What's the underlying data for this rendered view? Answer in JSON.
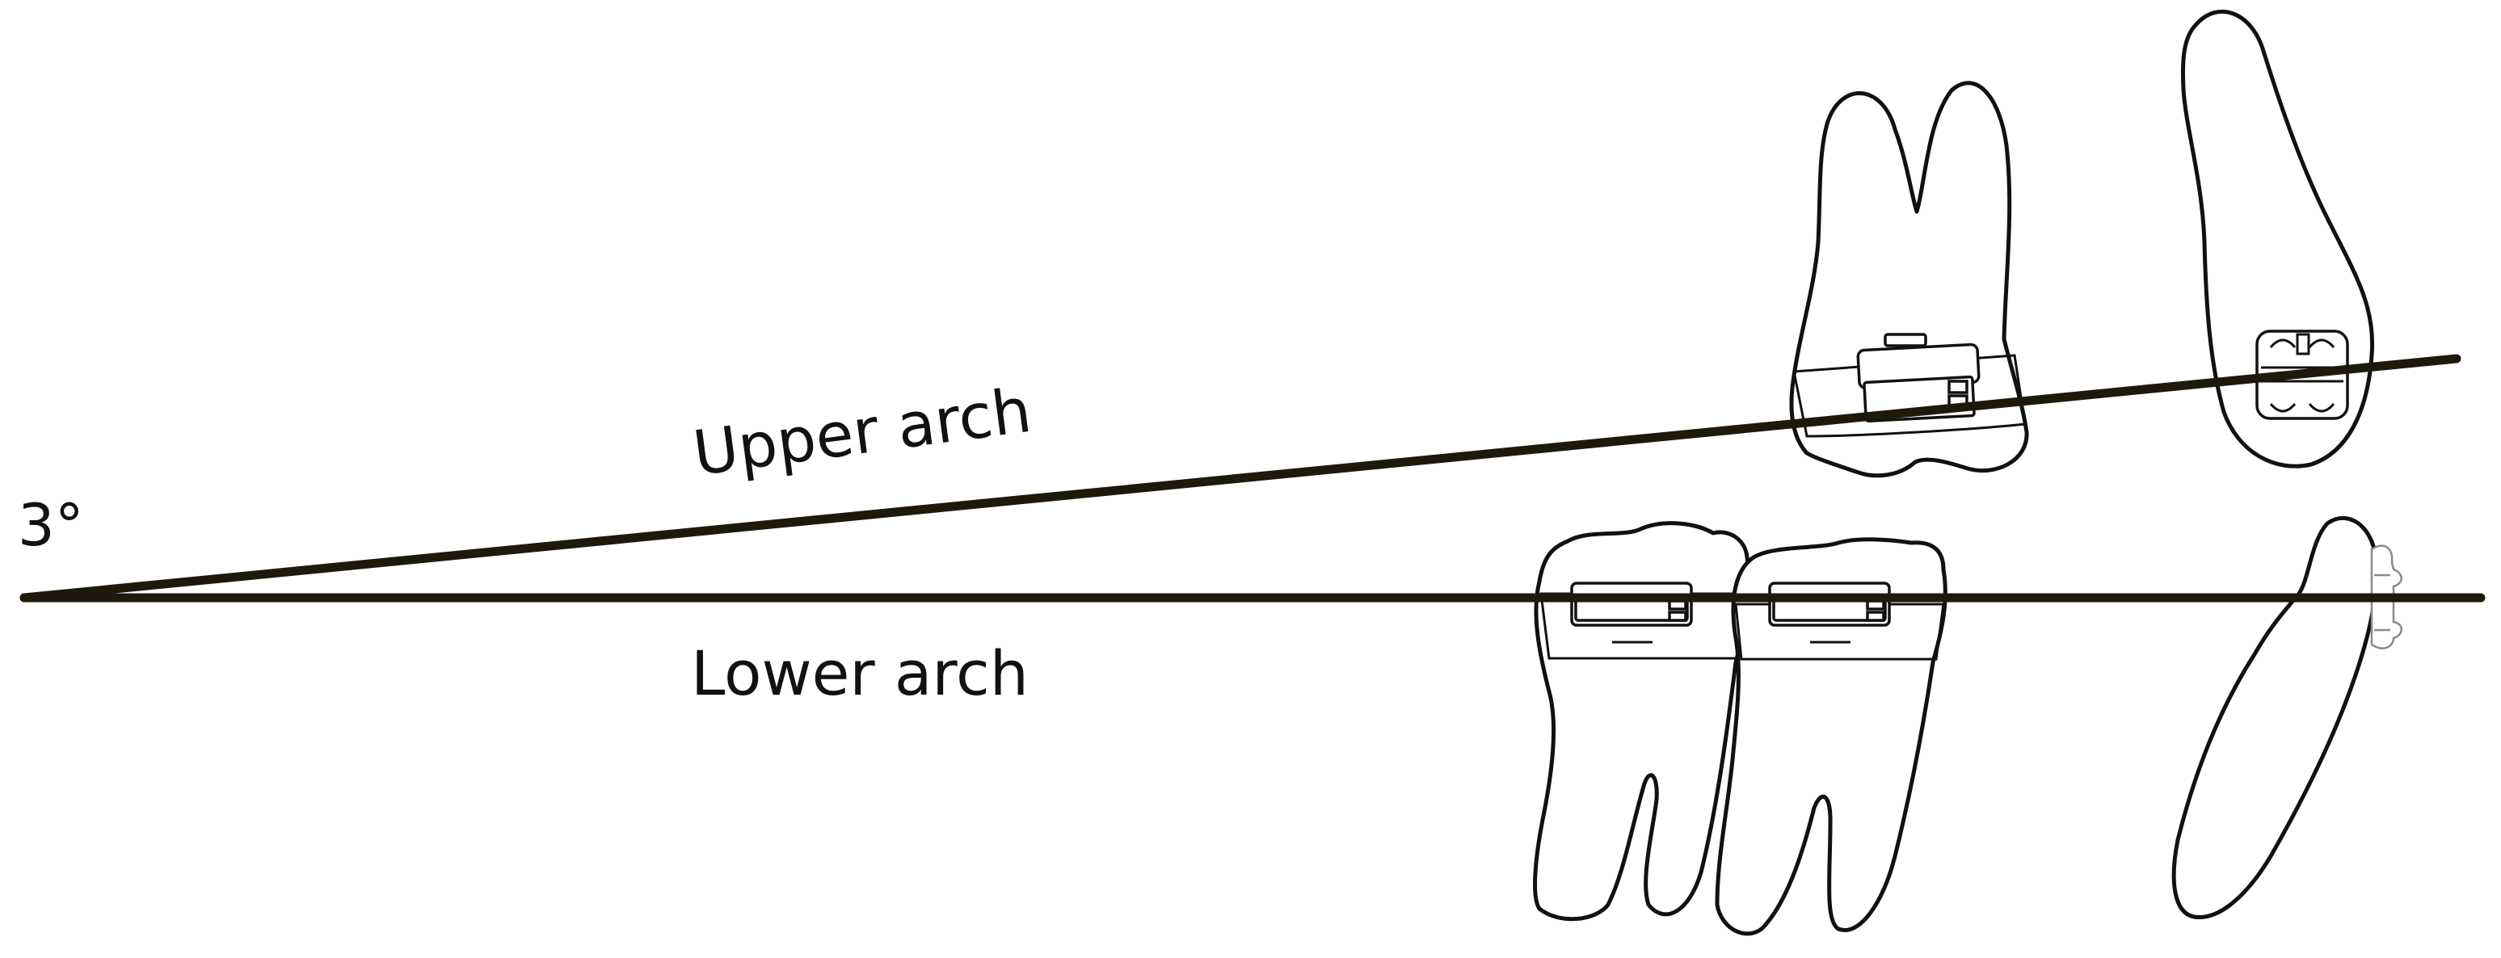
{
  "angle_label": "3°",
  "upper_arch_label": "Upper arch",
  "lower_arch_label": "Lower arch",
  "colors": {
    "line": "#1d1a0c",
    "outline": "#111111",
    "background": "#ffffff"
  }
}
